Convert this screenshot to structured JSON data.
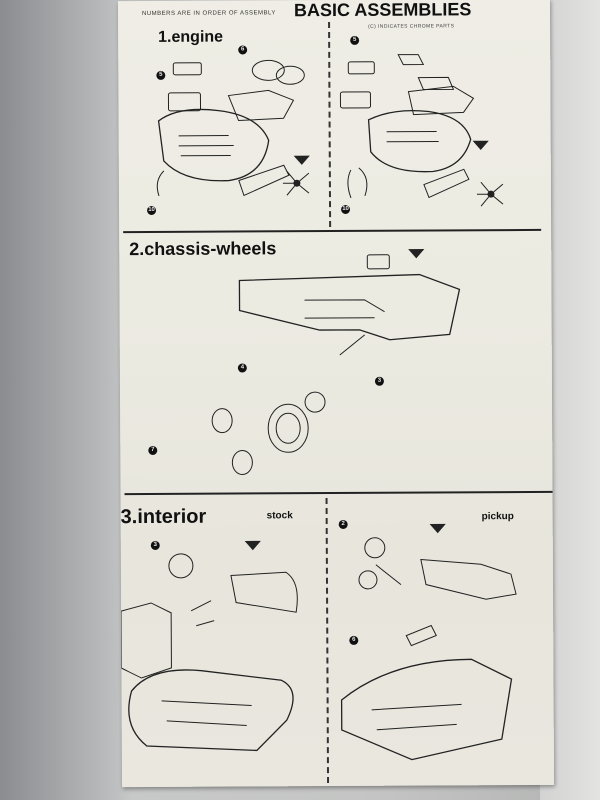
{
  "header": {
    "note": "NUMBERS ARE IN ORDER OF ASSEMBLY",
    "title": "BASIC ASSEMBLIES",
    "chrome_note": "(C) INDICATES CHROME PARTS"
  },
  "sections": {
    "engine": {
      "title": "1.engine"
    },
    "chassis": {
      "title": "2.chassis-wheels"
    },
    "interior": {
      "title": "3.interior",
      "stock": "stock",
      "pickup": "pickup"
    }
  }
}
